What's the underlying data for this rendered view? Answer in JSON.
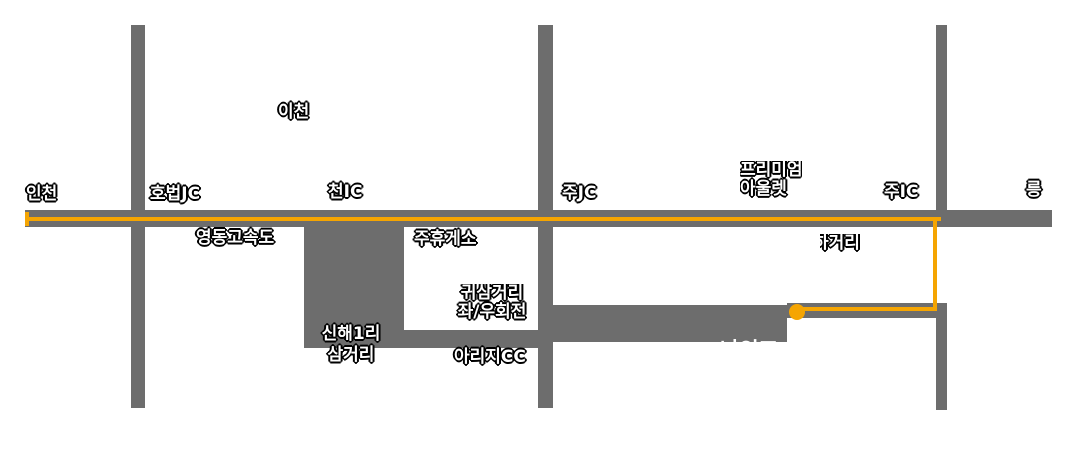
{
  "map": {
    "type": "route-directions-map",
    "colors": {
      "road": "#6d6d6d",
      "route": "#f5a502",
      "background": "#ffffff",
      "label_fill": "#ffffff",
      "label_outline": "#000000"
    },
    "labels": {
      "incheon": "인천",
      "hobeop_jc": "호법JC",
      "icheon_city": "이천",
      "icheon_ic": "천IC",
      "yeongdong_expressway": "영동고속도",
      "yeoju_rest_area": "주휴게소",
      "yeoju_jc": "주JC",
      "premium_outlet_line1": "프리미엄",
      "premium_outlet_line2": "아울렛",
      "yeoju_ic": "주IC",
      "ha_geori": "하거리",
      "gangneung": "릉",
      "sinhae_line1": "신해1리",
      "sinhae_line2": "삼거리",
      "gwi_samgeori_line1": "귀삼거리",
      "gwi_samgeori_line2": "좌/우회전",
      "ariji_cc": "아리지CC"
    },
    "destination": {
      "name": "나인즈",
      "marker": "orange-dot"
    }
  }
}
